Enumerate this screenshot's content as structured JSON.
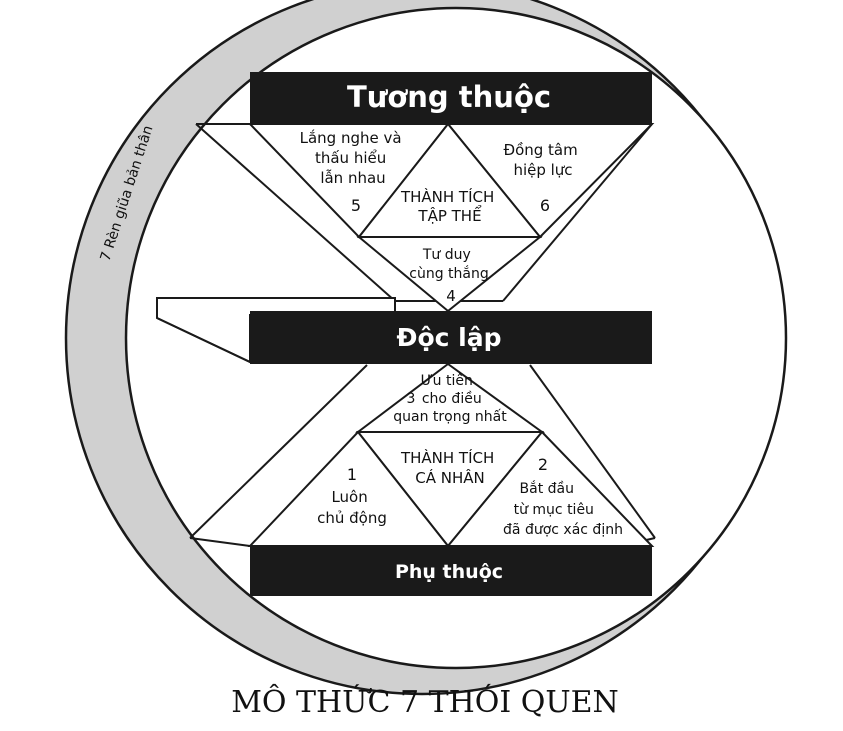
{
  "title": "MÔ THỨC 7 THÓI QUEN",
  "levels": {
    "top": "Tương thuộc",
    "middle": "Độc lập",
    "bottom": "Phụ thuộc"
  },
  "victories": {
    "public": [
      "THÀNH TÍCH",
      "TẬP THỂ"
    ],
    "private": [
      "THÀNH TÍCH",
      "CÁ NHÂN"
    ]
  },
  "habits": {
    "h1": {
      "number": "1",
      "lines": [
        "Luôn",
        "chủ động"
      ]
    },
    "h2": {
      "number": "2",
      "lines": [
        "Bắt đầu",
        "từ mục tiêu",
        "đã được xác định"
      ]
    },
    "h3": {
      "number": "3",
      "lines": [
        "Ưu tiên",
        "cho điều",
        "quan trọng nhất"
      ]
    },
    "h4": {
      "number": "4",
      "lines": [
        "Tư duy",
        "cùng thắng"
      ]
    },
    "h5": {
      "number": "5",
      "lines": [
        "Lắng nghe và",
        "thấu hiểu",
        "lẫn nhau"
      ]
    },
    "h6": {
      "number": "6",
      "lines": [
        "Đồng tâm",
        "hiệp lực"
      ]
    },
    "h7": {
      "label": "7 Rèn giũa bản thân"
    }
  },
  "colors": {
    "bar": "#1a1a1a",
    "ring": "#d0d0d0",
    "stroke": "#1a1a1a"
  }
}
